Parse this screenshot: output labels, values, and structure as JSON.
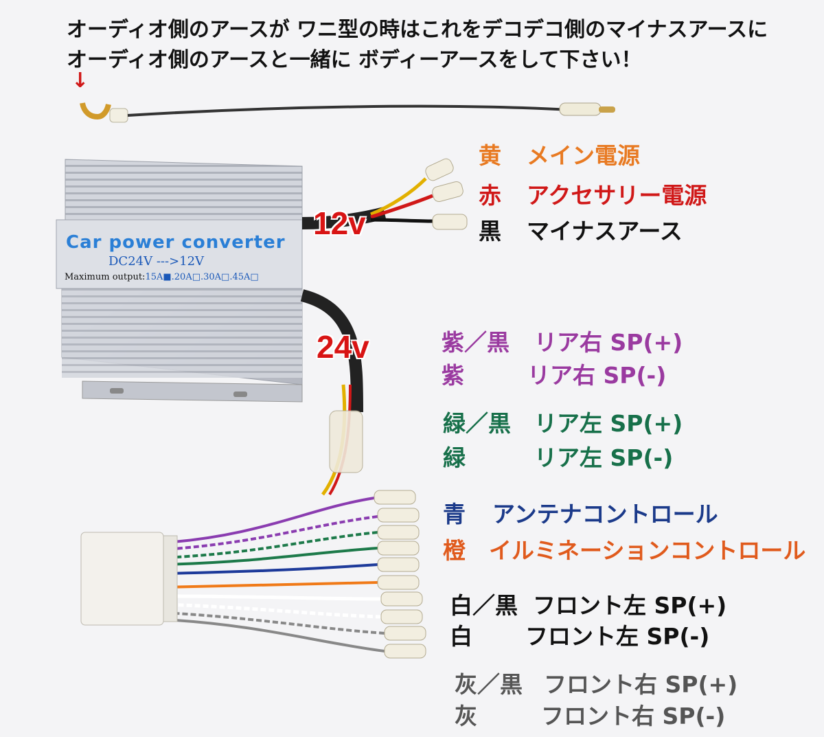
{
  "notes": {
    "line1": "オーディオ側のアースが ワニ型の時はこれをデコデコ側のマイナスアースに",
    "line2": "オーディオ側のアースと一緒に ボディーアースをして下さい！",
    "arrow": "↓"
  },
  "converter": {
    "title": "Car power converter",
    "subtitle": "DC24V  --->12V",
    "max_label": "Maximum output:",
    "max_options": "15A■.20A□.30A□.45A□"
  },
  "voltages": {
    "out": "12v",
    "in": "24v"
  },
  "labels": [
    {
      "color_name": "黄",
      "desc": "メイン電源",
      "color": "#e87a22"
    },
    {
      "color_name": "赤",
      "desc": "アクセサリー電源",
      "color": "#d01818"
    },
    {
      "color_name": "黒",
      "desc": "マイナスアース",
      "color": "#111111"
    },
    {
      "color_name": "紫／黒",
      "desc": "リア右 SP(+)",
      "color": "#9a3aa0"
    },
    {
      "color_name": "紫",
      "desc": "リア右 SP(-)",
      "color": "#9a3aa0"
    },
    {
      "color_name": "緑／黒",
      "desc": "リア左 SP(+)",
      "color": "#17704a"
    },
    {
      "color_name": "緑",
      "desc": "リア左 SP(-)",
      "color": "#17704a"
    },
    {
      "color_name": "青",
      "desc": "アンテナコントロール",
      "color": "#1b3a8a"
    },
    {
      "color_name": "橙",
      "desc": "イルミネーションコントロール",
      "color": "#e05a1c"
    },
    {
      "color_name": "白／黒",
      "desc": "フロント左 SP(+)",
      "color": "#111111"
    },
    {
      "color_name": "白",
      "desc": "フロント左 SP(-)",
      "color": "#111111"
    },
    {
      "color_name": "灰／黒",
      "desc": "フロント右 SP(+)",
      "color": "#555555"
    },
    {
      "color_name": "灰",
      "desc": "フロント右 SP(-)",
      "color": "#555555"
    }
  ]
}
